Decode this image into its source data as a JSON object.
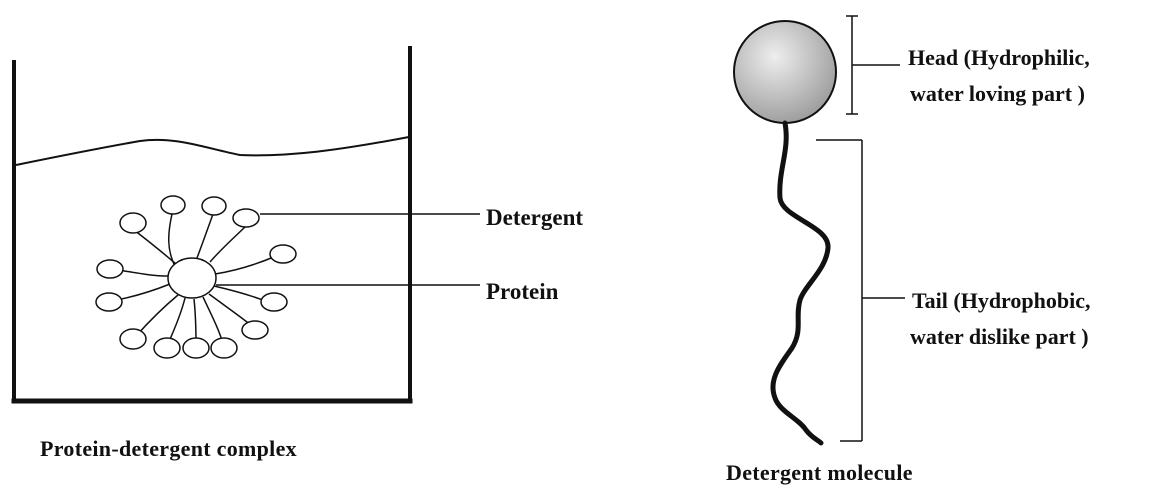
{
  "left_panel": {
    "detergent_label": "Detergent",
    "protein_label": "Protein",
    "caption": "Protein-detergent complex"
  },
  "right_panel": {
    "head_label_line1": "Head (Hydrophilic,",
    "head_label_line2": "water loving part )",
    "tail_label_line1": "Tail (Hydrophobic,",
    "tail_label_line2": "water dislike part )",
    "caption": "Detergent molecule"
  },
  "colors": {
    "ink": "#111111",
    "head_fill_light": "#eeeeee",
    "head_fill_dark": "#9a9a9a"
  }
}
